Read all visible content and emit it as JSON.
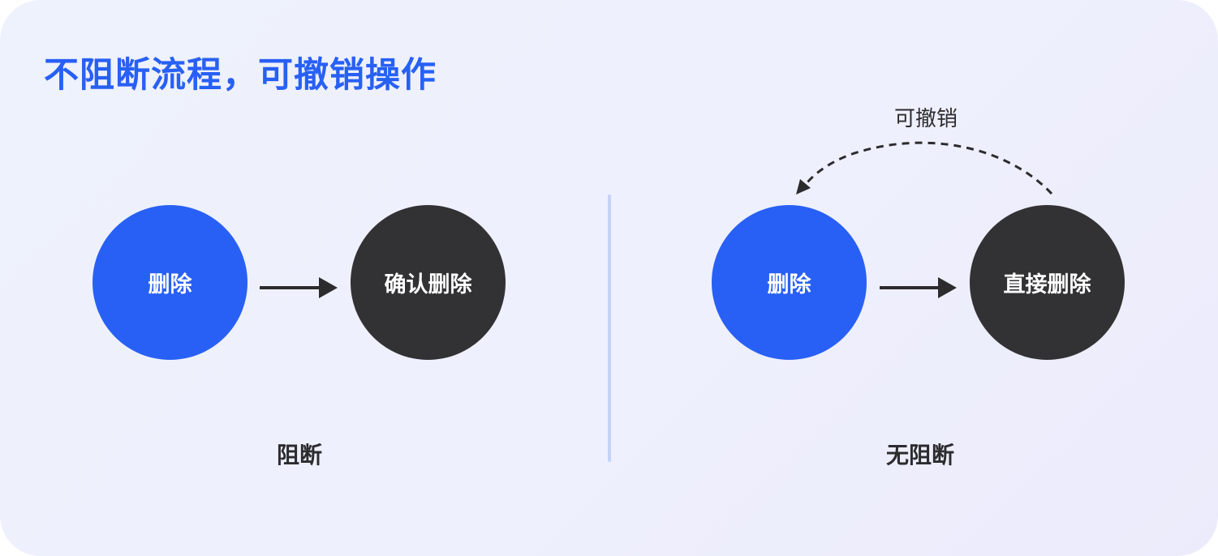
{
  "title": "不阻断流程，可撤销操作",
  "left_flow": {
    "start_node": "删除",
    "end_node": "确认删除",
    "caption": "阻断"
  },
  "right_flow": {
    "start_node": "删除",
    "end_node": "直接删除",
    "caption": "无阻断",
    "undo_label": "可撤销"
  },
  "colors": {
    "accent": "#2860f5",
    "dark_node": "#323234",
    "divider": "#c5d3f6"
  }
}
